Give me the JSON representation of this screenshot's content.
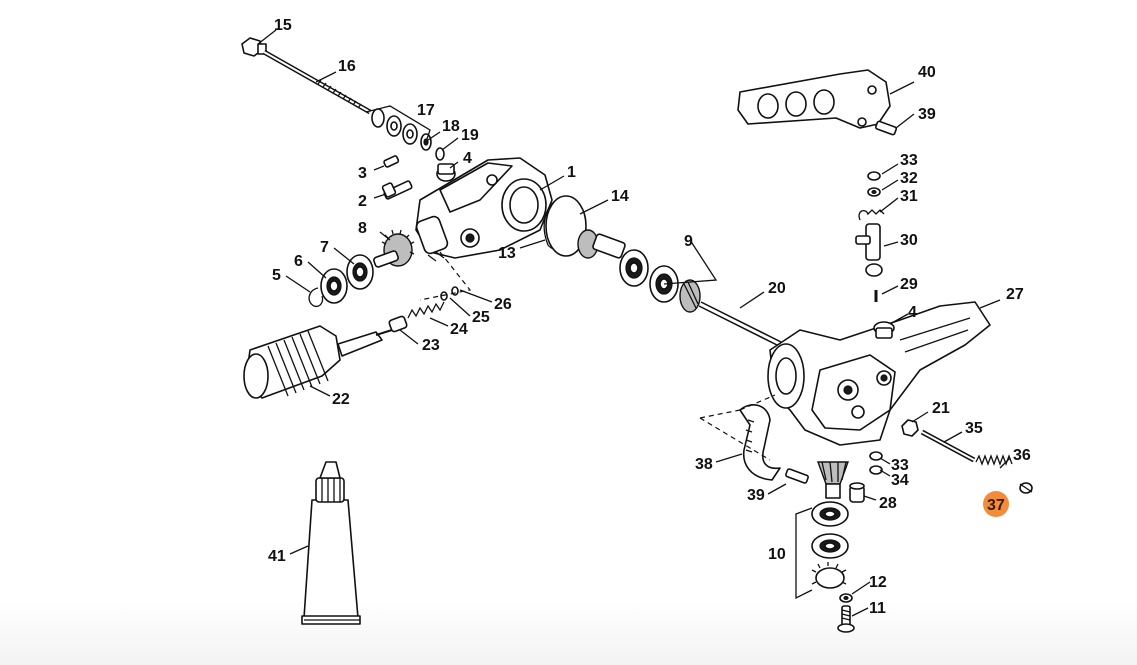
{
  "diagram": {
    "highlight_color": "#f28c3a",
    "part_labels": [
      "15",
      "16",
      "17",
      "18",
      "19",
      "3",
      "4",
      "1",
      "2",
      "14",
      "8",
      "13",
      "9",
      "7",
      "6",
      "5",
      "26",
      "25",
      "24",
      "23",
      "22",
      "20",
      "27",
      "4",
      "21",
      "35",
      "36",
      "37",
      "38",
      "33",
      "34",
      "39",
      "28",
      "10",
      "12",
      "11",
      "41",
      "40",
      "39",
      "33",
      "32",
      "31",
      "30",
      "29"
    ],
    "highlighted_label": "37"
  }
}
